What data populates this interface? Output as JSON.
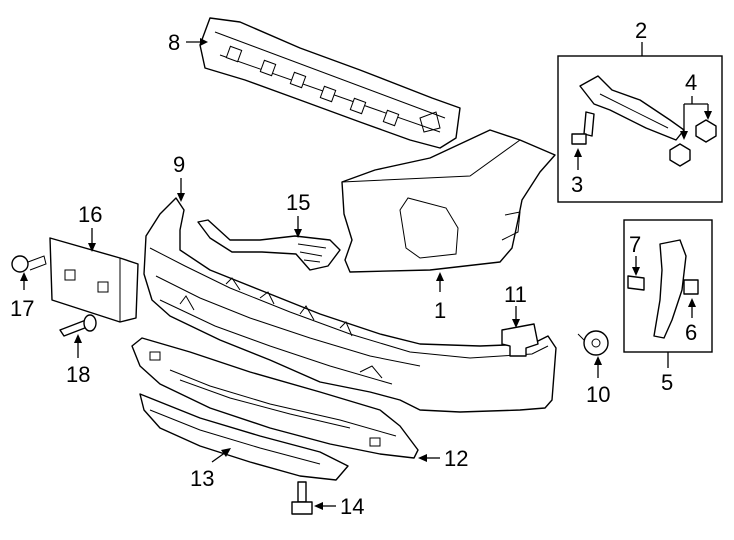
{
  "callouts": {
    "c1": "1",
    "c2": "2",
    "c3": "3",
    "c4": "4",
    "c5": "5",
    "c6": "6",
    "c7": "7",
    "c8": "8",
    "c9": "9",
    "c10": "10",
    "c11": "11",
    "c12": "12",
    "c13": "13",
    "c14": "14",
    "c15": "15",
    "c16": "16",
    "c17": "17",
    "c18": "18"
  },
  "colors": {
    "stroke": "#000000",
    "fill": "#ffffff"
  }
}
